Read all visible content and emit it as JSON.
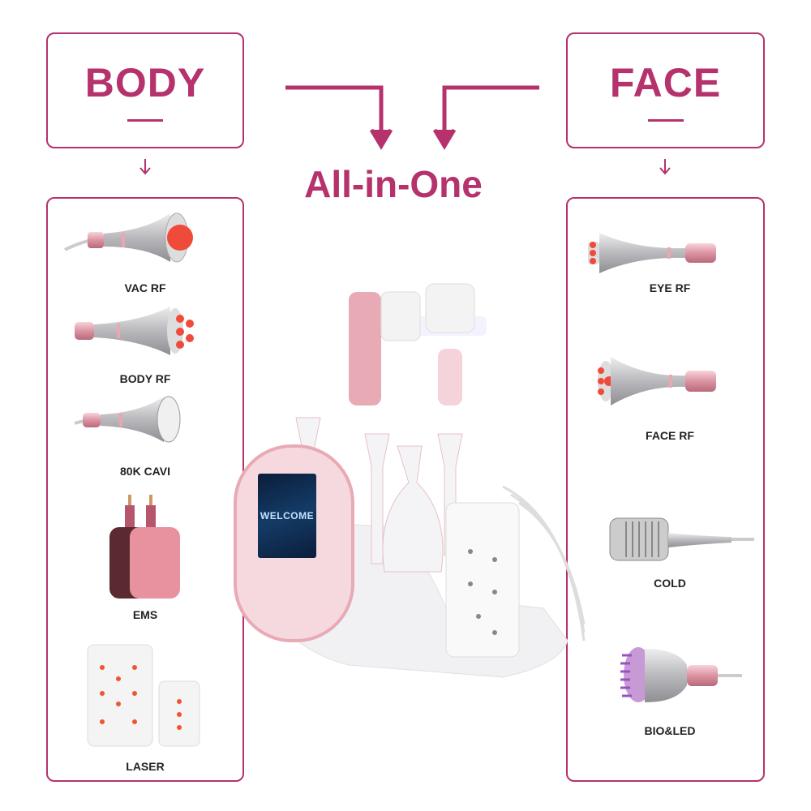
{
  "body": {
    "title": "BODY",
    "items": [
      {
        "label": "VAC RF",
        "icon": "vac-rf-handpiece-icon"
      },
      {
        "label": "BODY RF",
        "icon": "body-rf-handpiece-icon"
      },
      {
        "label": "80K CAVI",
        "icon": "cavitation-handpiece-icon"
      },
      {
        "label": "EMS",
        "icon": "ems-pads-icon"
      },
      {
        "label": "LASER",
        "icon": "laser-pads-icon"
      }
    ]
  },
  "face": {
    "title": "FACE",
    "items": [
      {
        "label": "EYE RF",
        "icon": "eye-rf-handpiece-icon"
      },
      {
        "label": "FACE RF",
        "icon": "face-rf-handpiece-icon"
      },
      {
        "label": "COLD",
        "icon": "cold-hammer-icon"
      },
      {
        "label": "BIO&LED",
        "icon": "bio-led-handpiece-icon"
      }
    ]
  },
  "center": {
    "title": "All-in-One",
    "screen_text": "WELCOME"
  },
  "colors": {
    "accent": "#b5326c",
    "pink": "#e9a6b3",
    "silver": "#c9c9cc"
  }
}
